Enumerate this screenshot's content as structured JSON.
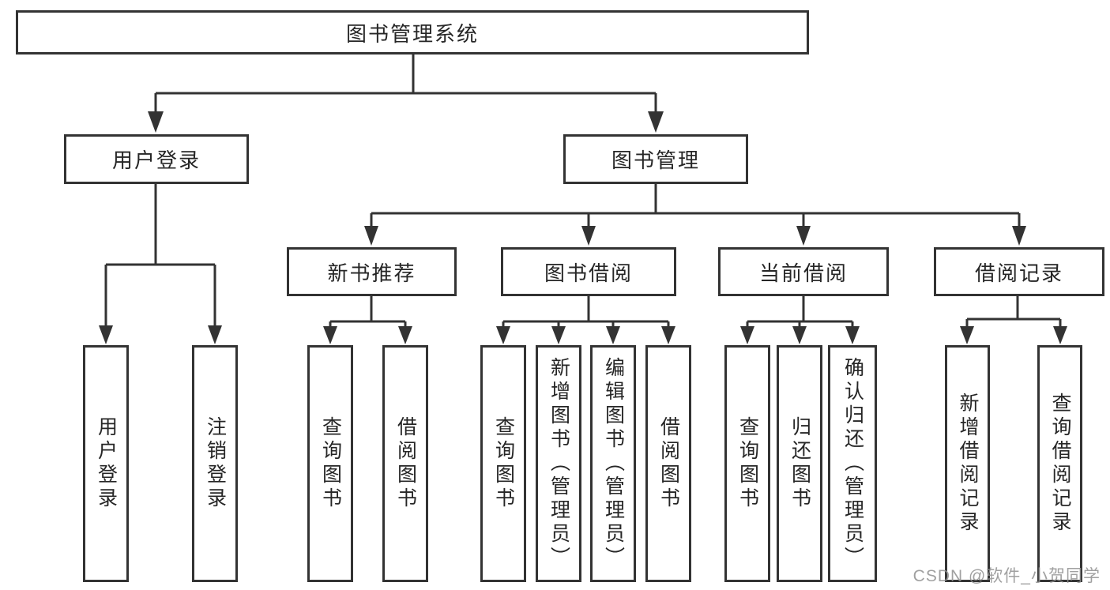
{
  "diagram": {
    "title_node": "图书管理系统",
    "nodes": {
      "root": {
        "label": "图书管理系统"
      },
      "user_login": {
        "label": "用户登录"
      },
      "book_management": {
        "label": "图书管理"
      },
      "new_book_recommend": {
        "label": "新书推荐"
      },
      "book_borrowing": {
        "label": "图书借阅"
      },
      "current_borrowing": {
        "label": "当前借阅"
      },
      "borrowing_records": {
        "label": "借阅记录"
      },
      "leaves": {
        "user_login": {
          "label": "用户登录"
        },
        "logout": {
          "label": "注销登录"
        },
        "recommend_query_books": {
          "label": "查询图书"
        },
        "recommend_borrow_books": {
          "label": "借阅图书"
        },
        "borrowing_query_books": {
          "label": "查询图书"
        },
        "borrowing_add_books": {
          "label": "新增图书（管理员）"
        },
        "borrowing_edit_books": {
          "label": "编辑图书（管理员）"
        },
        "borrowing_borrow_books": {
          "label": "借阅图书"
        },
        "current_query_books": {
          "label": "查询图书"
        },
        "current_return_books": {
          "label": "归还图书"
        },
        "current_confirm_return": {
          "label": "确认归还（管理员）"
        },
        "records_add_record": {
          "label": "新增借阅记录"
        },
        "records_query_record": {
          "label": "查询借阅记录"
        }
      }
    },
    "colors": {
      "line": "#333333",
      "box_border": "#333333",
      "box_fill": "#ffffff",
      "text": "#262626",
      "watermark": "#8f8f8f",
      "background": "#ffffff"
    }
  },
  "watermark": {
    "text": "CSDN @软件_小贺同学"
  }
}
